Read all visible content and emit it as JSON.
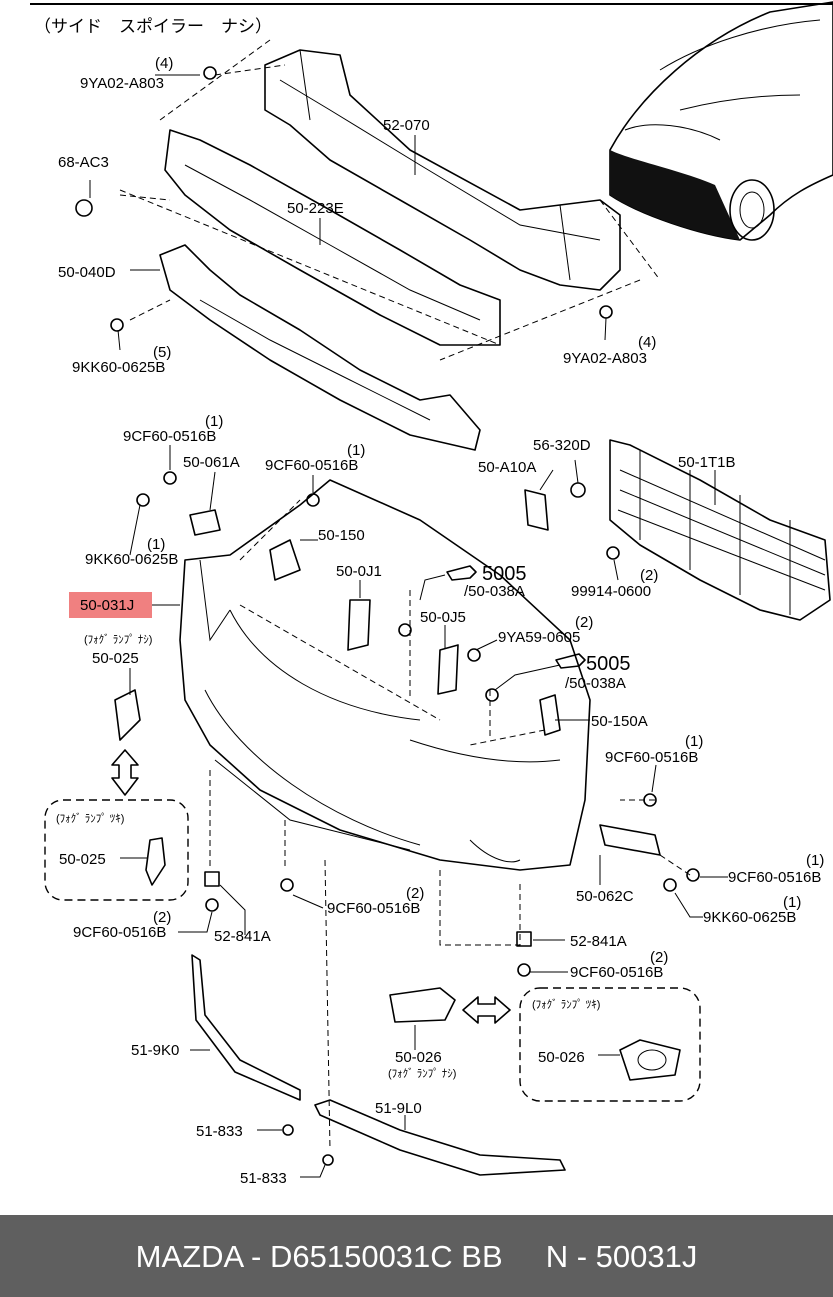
{
  "header": {
    "title": "（サイド　スポイラー　ナシ）"
  },
  "highlight": {
    "label": "50-031J",
    "color": "#f08080"
  },
  "parts": [
    {
      "id": "9YA02-A803",
      "qty": "(4)"
    },
    {
      "id": "68-AC3"
    },
    {
      "id": "52-070"
    },
    {
      "id": "50-223E"
    },
    {
      "id": "50-040D"
    },
    {
      "id": "9KK60-0625B",
      "qty": "(5)"
    },
    {
      "id": "9YA02-A803",
      "qty": "(4)"
    },
    {
      "id": "9CF60-0516B",
      "qty": "(1)"
    },
    {
      "id": "50-061A"
    },
    {
      "id": "9CF60-0516B",
      "qty": "(1)"
    },
    {
      "id": "9KK60-0625B",
      "qty": "(1)"
    },
    {
      "id": "50-150"
    },
    {
      "id": "50-0J1"
    },
    {
      "id": "5005"
    },
    {
      "id": "/50-038A"
    },
    {
      "id": "50-0J5"
    },
    {
      "id": "9YA59-0605",
      "qty": "(2)"
    },
    {
      "id": "5005"
    },
    {
      "id": "/50-038A"
    },
    {
      "id": "50-025"
    },
    {
      "id": "50-150A"
    },
    {
      "id": "9CF60-0516B",
      "qty": "(1)"
    },
    {
      "id": "56-320D"
    },
    {
      "id": "50-A10A"
    },
    {
      "id": "50-1T1B"
    },
    {
      "id": "99914-0600",
      "qty": "(2)"
    },
    {
      "id": "50-025"
    },
    {
      "id": "9CF60-0516B",
      "qty": "(2)"
    },
    {
      "id": "52-841A"
    },
    {
      "id": "9CF60-0516B",
      "qty": "(2)"
    },
    {
      "id": "50-062C"
    },
    {
      "id": "9CF60-0516B",
      "qty": "(1)"
    },
    {
      "id": "9KK60-0625B",
      "qty": "(1)"
    },
    {
      "id": "52-841A"
    },
    {
      "id": "9CF60-0516B",
      "qty": "(2)"
    },
    {
      "id": "51-9K0"
    },
    {
      "id": "50-026"
    },
    {
      "id": "50-026"
    },
    {
      "id": "51-9L0"
    },
    {
      "id": "51-833"
    },
    {
      "id": "51-833"
    }
  ],
  "notes": {
    "fog_none": "(ﾌｫｸﾞ ﾗﾝﾌﾟ ﾅｼ)",
    "fog_with": "(ﾌｫｸﾞ ﾗﾝﾌﾟ ﾂｷ)"
  },
  "footer": {
    "text": "MAZDA - D65150031C BB     N - 50031J"
  }
}
